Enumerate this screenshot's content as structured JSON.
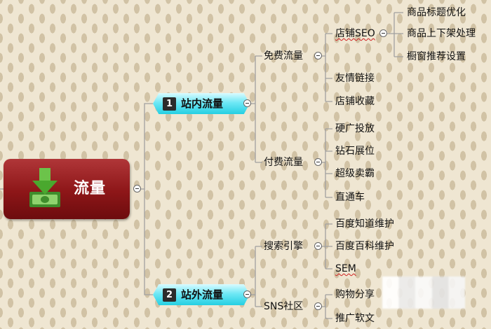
{
  "root": {
    "label": "流量",
    "icon": "download-money-icon"
  },
  "branches": {
    "onsite": {
      "number": "1",
      "label": "站内流量"
    },
    "offsite": {
      "number": "2",
      "label": "站外流量"
    }
  },
  "level2": {
    "free": "免费流量",
    "paid": "付费流量",
    "search": "搜索引擎",
    "sns": "SNS社区"
  },
  "level3": {
    "shop_seo": "店铺SEO",
    "friend_links": "友情链接",
    "shop_favorite": "店铺收藏",
    "hard_ads": "硬广投放",
    "diamond_booth": "钻石展位",
    "super_seller": "超级卖霸",
    "through_train": "直通车",
    "baidu_zhidao": "百度知道维护",
    "baidu_baike": "百度百科维护",
    "sem": "SEM",
    "shopping_share": "购物分享",
    "promo_article": "推广软文"
  },
  "level4": {
    "title_opt": "商品标题优化",
    "listing": "商品上下架处理",
    "window_rec": "橱窗推荐设置"
  },
  "colors": {
    "root": "#8d1618",
    "branch": "#25cfe2",
    "line": "#9a9a9a",
    "underline": "#d02020"
  }
}
